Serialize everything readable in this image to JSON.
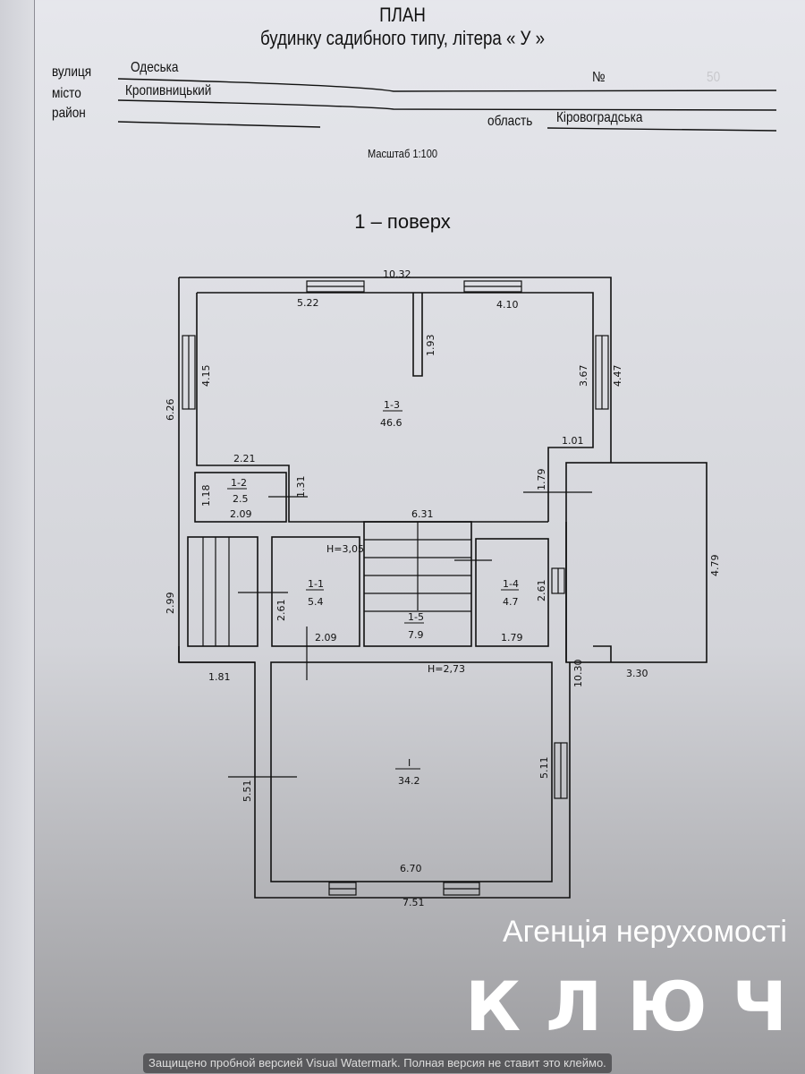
{
  "header": {
    "title": "ПЛАН",
    "subtitle": "будинку садибного типу, літера « У »"
  },
  "fields": {
    "street_label": "вулиця",
    "street": "Одеська",
    "number_label": "№",
    "number": "50",
    "city_label": "місто",
    "city": "Кропивницький",
    "district_label": "район",
    "region_label": "область",
    "region": "Кіровоградська"
  },
  "scale": "Масштаб 1:100",
  "floor": "1 – поверх",
  "rooms": [
    {
      "id": "1-3",
      "area": "46.6"
    },
    {
      "id": "1-2",
      "area": "2.5"
    },
    {
      "id": "1-1",
      "area": "5.4"
    },
    {
      "id": "1-5",
      "area": "7.9"
    },
    {
      "id": "1-4",
      "area": "4.7"
    },
    {
      "id": "I",
      "area": "34.2"
    }
  ],
  "heights": [
    "H=3,05",
    "H=2,73"
  ],
  "dimensions": [
    "10.32",
    "5.22",
    "4.10",
    "1.93",
    "4.15",
    "6.26",
    "3.67",
    "4.47",
    "1.01",
    "2.21",
    "1.31",
    "1.18",
    "2.09",
    "1.79",
    "6.31",
    "2.61",
    "2.99",
    "2.09",
    "2.61",
    "1.79",
    "4.79",
    "1.81",
    "10.30",
    "3.30",
    "5.51",
    "5.11",
    "6.70",
    "7.51"
  ],
  "branding": {
    "agency": "Агенція нерухомості",
    "name": "КЛЮЧ"
  },
  "watermark": "Защищено пробной версией Visual Watermark. Полная версия не ставит это клеймо."
}
